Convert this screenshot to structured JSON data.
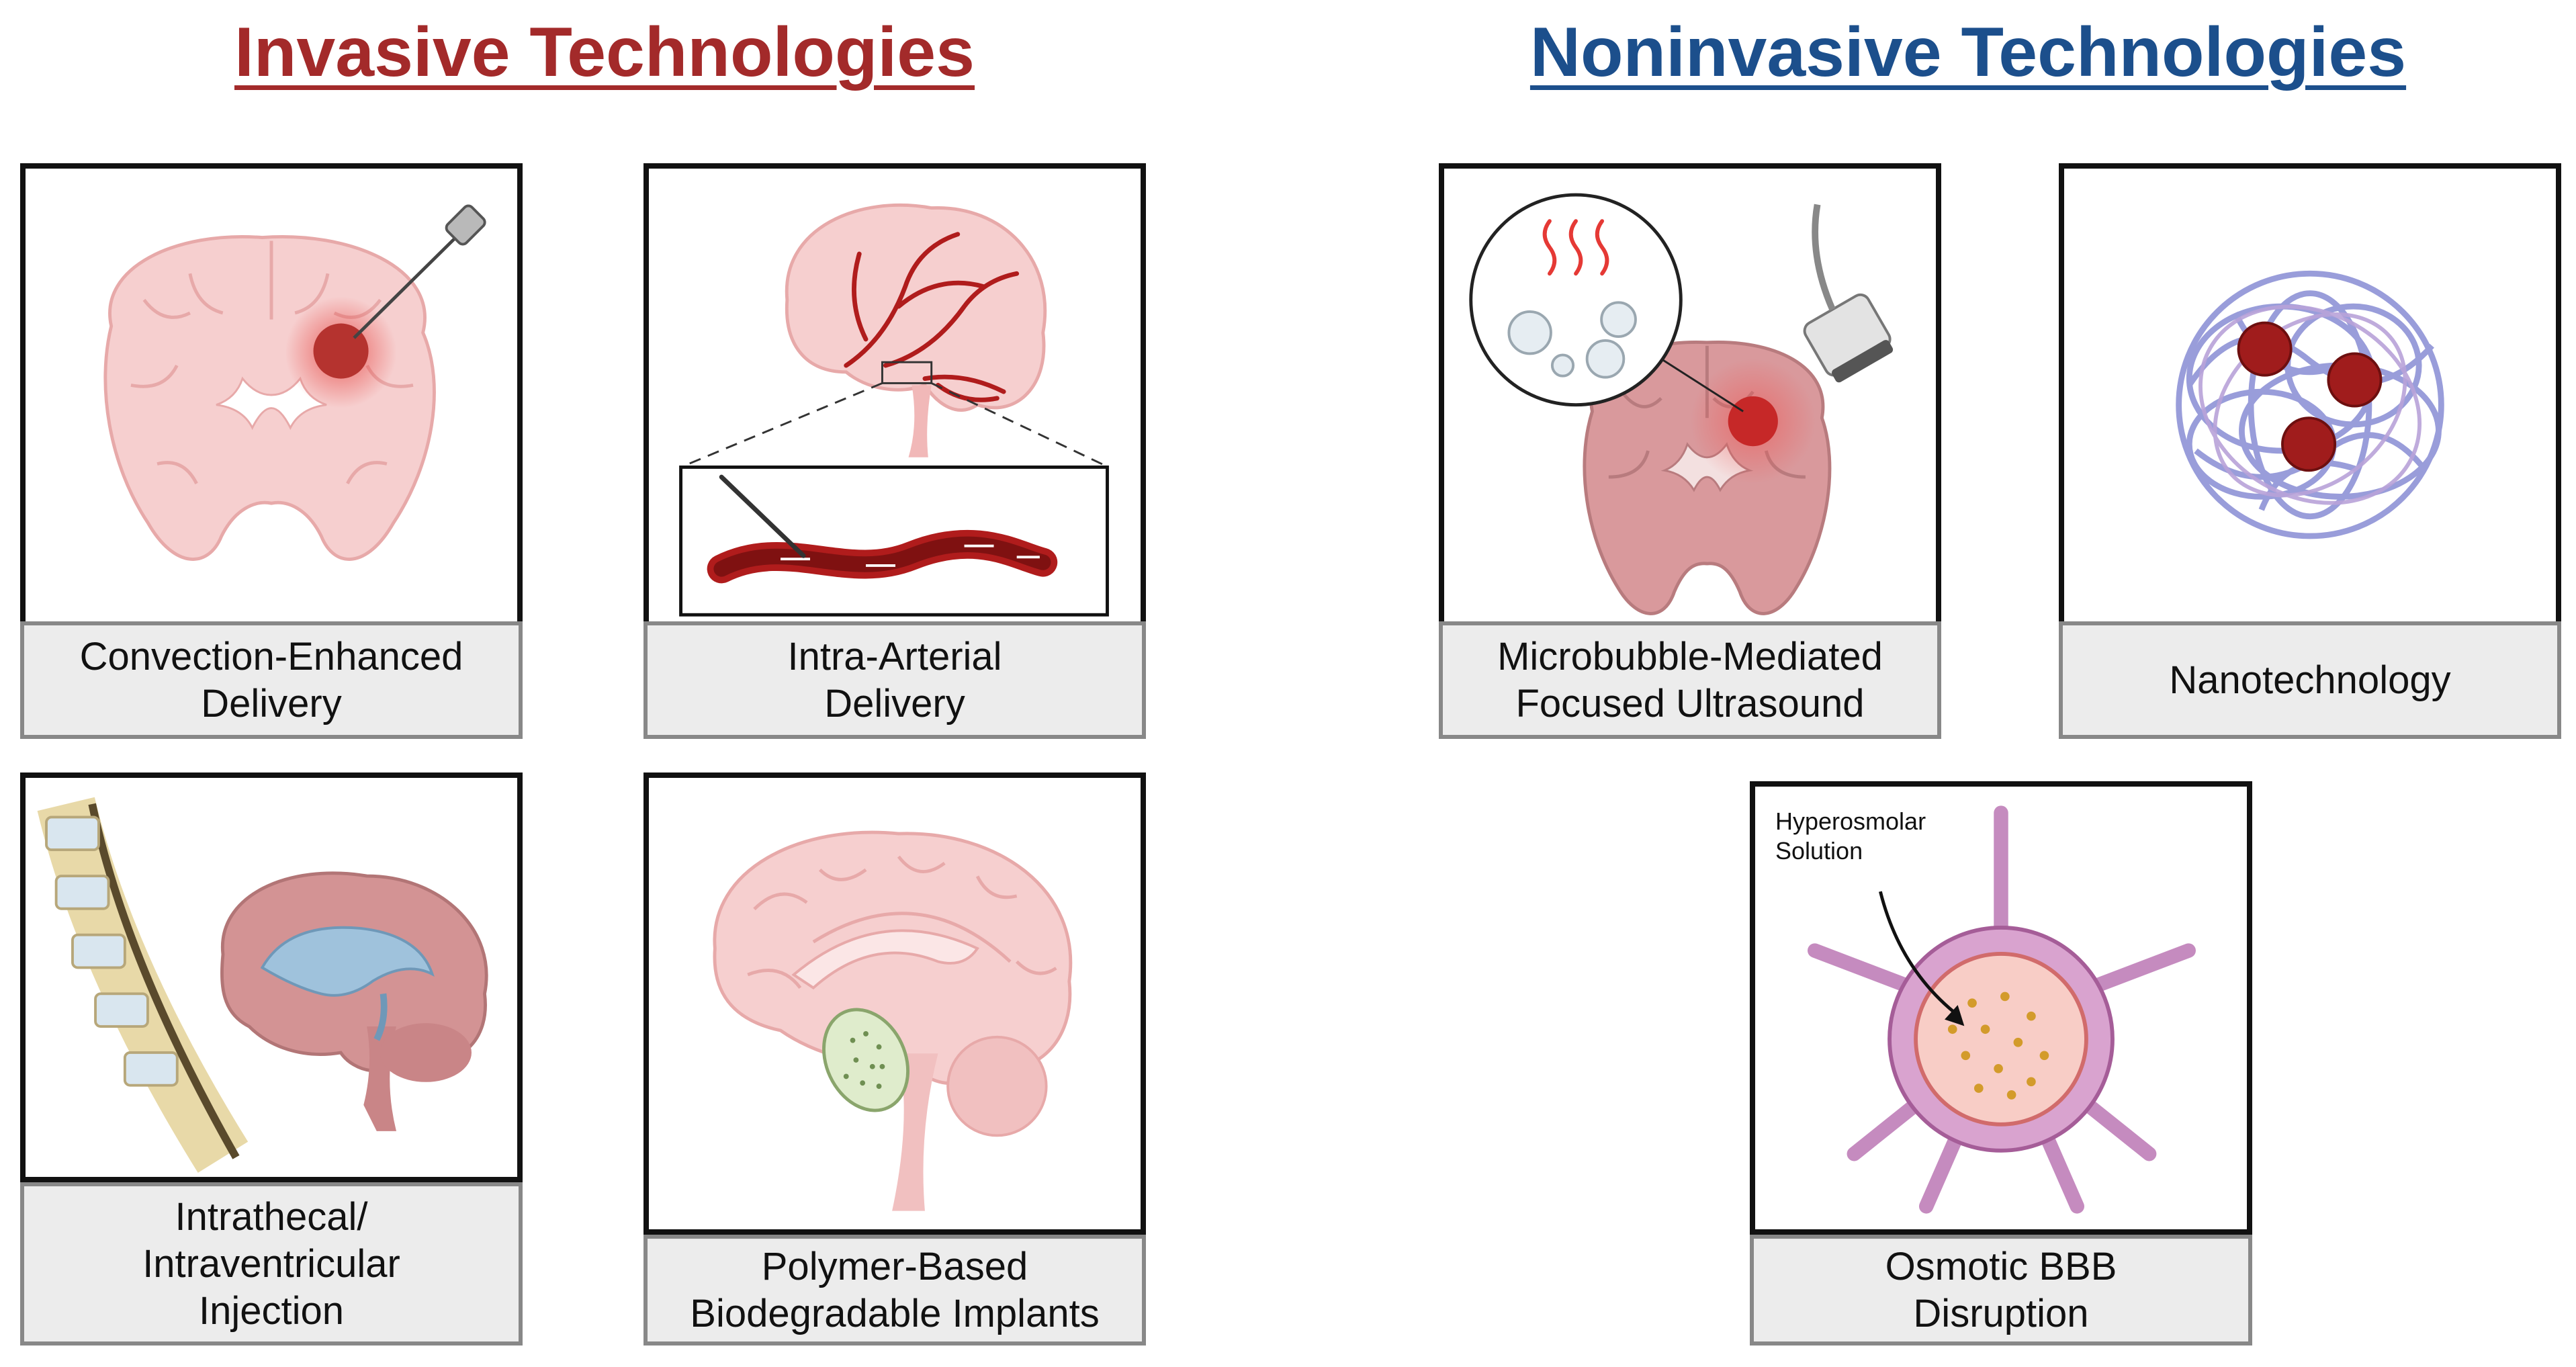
{
  "headings": {
    "invasive": "Invasive Technologies",
    "noninvasive": "Noninvasive Technologies"
  },
  "panels": {
    "ced": "Convection-Enhanced\nDelivery",
    "ia": "Intra-Arterial\nDelivery",
    "mbfus": "Microbubble-Mediated\nFocused Ultrasound",
    "nano": "Nanotechnology",
    "it": "Intrathecal/\nIntraventricular\nInjection",
    "polymer": "Polymer-Based\nBiodegradable Implants",
    "osmotic": "Osmotic BBB\nDisruption"
  },
  "annotations": {
    "hyperosmolar": "Hyperosmolar\nSolution"
  },
  "colors": {
    "invasive_heading": "#a32a2a",
    "noninvasive_heading": "#1c4f8c",
    "brain_pink": "#f3c6c6",
    "tumor": "#b5332f",
    "artery": "#b01c1c",
    "caption_bg": "#ececec"
  }
}
